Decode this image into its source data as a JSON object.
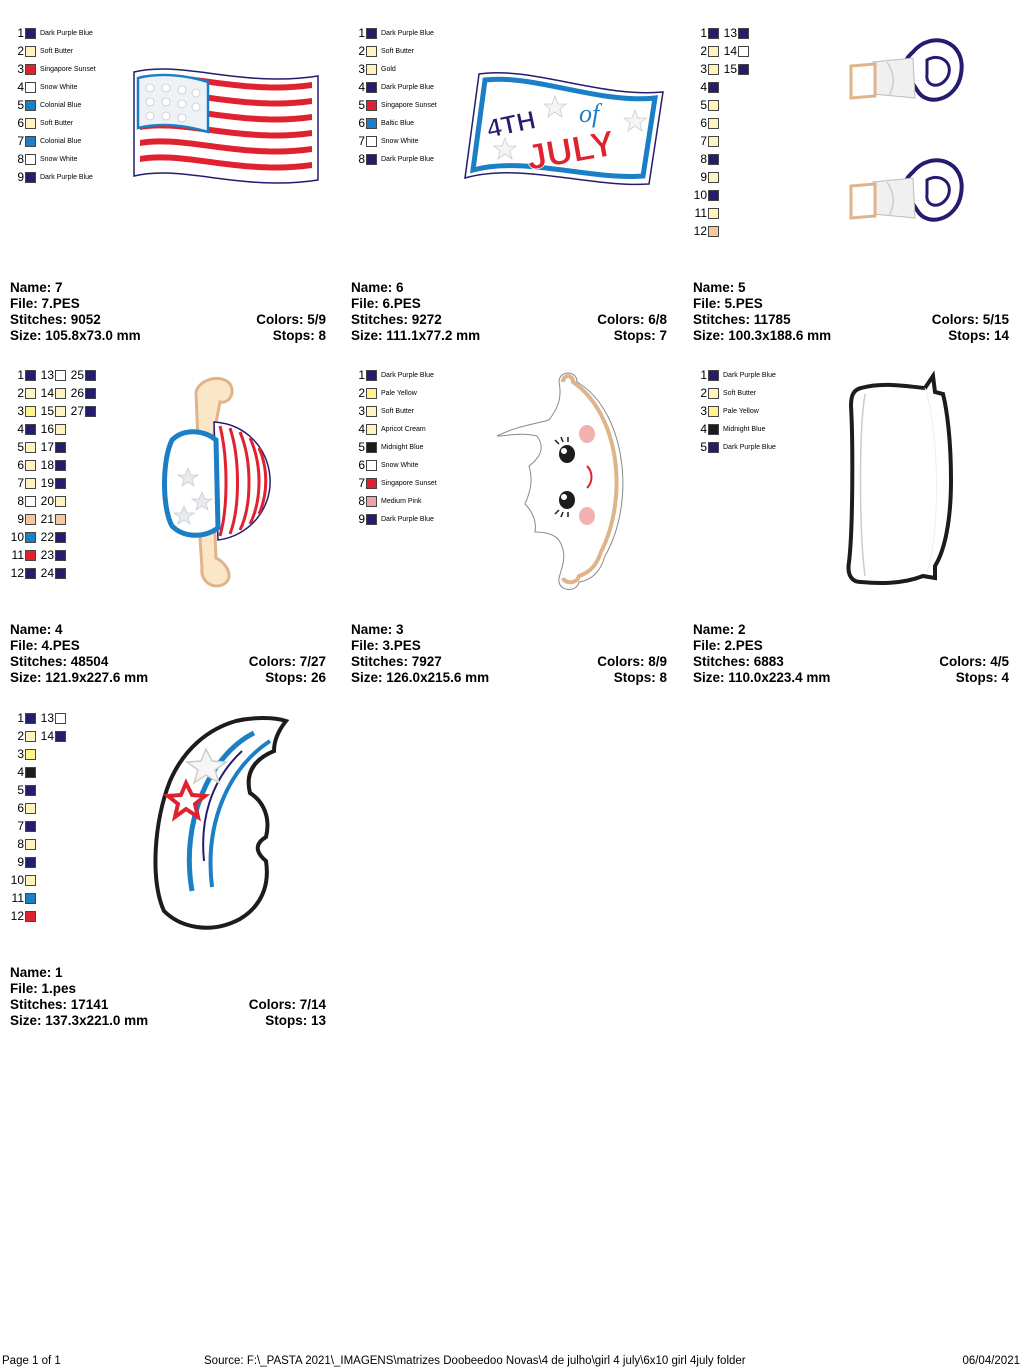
{
  "designs": [
    {
      "name": "7",
      "file": "7.PES",
      "stitches": "9052",
      "colors": "5/9",
      "size": "105.8x73.0 mm",
      "stops": "8",
      "palette": [
        {
          "n": "1",
          "color": "#241c6e",
          "label": "Dark Purple Blue"
        },
        {
          "n": "2",
          "color": "#fff4c0",
          "label": "Soft Butter"
        },
        {
          "n": "3",
          "color": "#e02230",
          "label": "Singapore Sunset"
        },
        {
          "n": "4",
          "color": "#ffffff",
          "label": "Snow White"
        },
        {
          "n": "5",
          "color": "#1a7fc4",
          "label": "Colonial Blue"
        },
        {
          "n": "6",
          "color": "#fff4c0",
          "label": "Soft Butter"
        },
        {
          "n": "7",
          "color": "#1a7fc4",
          "label": "Colonial Blue"
        },
        {
          "n": "8",
          "color": "#ffffff",
          "label": "Snow White"
        },
        {
          "n": "9",
          "color": "#241c6e",
          "label": "Dark Purple Blue"
        }
      ]
    },
    {
      "name": "6",
      "file": "6.PES",
      "stitches": "9272",
      "colors": "6/8",
      "size": "111.1x77.2 mm",
      "stops": "7",
      "palette": [
        {
          "n": "1",
          "color": "#241c6e",
          "label": "Dark Purple Blue"
        },
        {
          "n": "2",
          "color": "#fff4c0",
          "label": "Soft Butter"
        },
        {
          "n": "3",
          "color": "#fff4c0",
          "label": "Gold"
        },
        {
          "n": "4",
          "color": "#241c6e",
          "label": "Dark Purple Blue"
        },
        {
          "n": "5",
          "color": "#e02230",
          "label": "Singapore Sunset"
        },
        {
          "n": "6",
          "color": "#1a7fc4",
          "label": "Baltic Blue"
        },
        {
          "n": "7",
          "color": "#ffffff",
          "label": "Snow White"
        },
        {
          "n": "8",
          "color": "#241c6e",
          "label": "Dark Purple Blue"
        }
      ],
      "text_4th": "4TH",
      "text_of": "of",
      "text_july": "JULY"
    },
    {
      "name": "5",
      "file": "5.PES",
      "stitches": "11785",
      "colors": "5/15",
      "size": "100.3x188.6 mm",
      "stops": "14",
      "palette": [
        {
          "n": "1",
          "color": "#241c6e"
        },
        {
          "n": "2",
          "color": "#fff4c0"
        },
        {
          "n": "3",
          "color": "#fff4c0"
        },
        {
          "n": "4",
          "color": "#241c6e"
        },
        {
          "n": "5",
          "color": "#fff4c0"
        },
        {
          "n": "6",
          "color": "#fff4c0"
        },
        {
          "n": "7",
          "color": "#fff4c0"
        },
        {
          "n": "8",
          "color": "#241c6e"
        },
        {
          "n": "9",
          "color": "#fff4c0"
        },
        {
          "n": "10",
          "color": "#241c6e"
        },
        {
          "n": "11",
          "color": "#fff4c0"
        },
        {
          "n": "12",
          "color": "#f5c8a0"
        },
        {
          "n": "13",
          "color": "#241c6e"
        },
        {
          "n": "14",
          "color": "#ffffff"
        },
        {
          "n": "15",
          "color": "#241c6e"
        }
      ]
    },
    {
      "name": "4",
      "file": "4.PES",
      "stitches": "48504",
      "colors": "7/27",
      "size": "121.9x227.6 mm",
      "stops": "26",
      "palette": [
        {
          "n": "1",
          "color": "#241c6e"
        },
        {
          "n": "2",
          "color": "#fff4c0"
        },
        {
          "n": "3",
          "color": "#fff48a"
        },
        {
          "n": "4",
          "color": "#241c6e"
        },
        {
          "n": "5",
          "color": "#fff4c0"
        },
        {
          "n": "6",
          "color": "#fff4c0"
        },
        {
          "n": "7",
          "color": "#fff4c0"
        },
        {
          "n": "8",
          "color": "#ffffff"
        },
        {
          "n": "9",
          "color": "#f5c8a0"
        },
        {
          "n": "10",
          "color": "#1a7fc4"
        },
        {
          "n": "11",
          "color": "#e02230"
        },
        {
          "n": "12",
          "color": "#241c6e"
        },
        {
          "n": "13",
          "color": "#ffffff"
        },
        {
          "n": "14",
          "color": "#fff4c0"
        },
        {
          "n": "15",
          "color": "#fff4c0"
        },
        {
          "n": "16",
          "color": "#fff4c0"
        },
        {
          "n": "17",
          "color": "#241c6e"
        },
        {
          "n": "18",
          "color": "#241c6e"
        },
        {
          "n": "19",
          "color": "#241c6e"
        },
        {
          "n": "20",
          "color": "#fff4c0"
        },
        {
          "n": "21",
          "color": "#f5c8a0"
        },
        {
          "n": "22",
          "color": "#241c6e"
        },
        {
          "n": "23",
          "color": "#241c6e"
        },
        {
          "n": "24",
          "color": "#241c6e"
        },
        {
          "n": "25",
          "color": "#241c6e"
        },
        {
          "n": "26",
          "color": "#241c6e"
        },
        {
          "n": "27",
          "color": "#241c6e"
        }
      ],
      "palette_extra": [
        {
          "color": "#241c6e"
        },
        {
          "color": "#ffffff"
        },
        {
          "color": "#241c6e"
        },
        {
          "color": "#fff4c0"
        },
        {
          "color": "#fff4c0"
        },
        {
          "color": "#fff4c0"
        },
        {
          "color": "#241c6e"
        },
        {
          "color": "#fff4c0"
        },
        {
          "color": "#ffffff"
        },
        {
          "color": "#f5c8a0"
        },
        {
          "color": "#1a7fc4"
        },
        {
          "color": "#e02230"
        }
      ]
    },
    {
      "name": "3",
      "file": "3.PES",
      "stitches": "7927",
      "colors": "8/9",
      "size": "126.0x215.6 mm",
      "stops": "8",
      "palette": [
        {
          "n": "1",
          "color": "#241c6e",
          "label": "Dark Purple Blue"
        },
        {
          "n": "2",
          "color": "#fff48a",
          "label": "Pale Yellow"
        },
        {
          "n": "3",
          "color": "#fff4c0",
          "label": "Soft Butter"
        },
        {
          "n": "4",
          "color": "#fff4c0",
          "label": "Apricot Cream"
        },
        {
          "n": "5",
          "color": "#1c1c1c",
          "label": "Midnight Blue"
        },
        {
          "n": "6",
          "color": "#ffffff",
          "label": "Snow White"
        },
        {
          "n": "7",
          "color": "#e02230",
          "label": "Singapore Sunset"
        },
        {
          "n": "8",
          "color": "#f0a0a8",
          "label": "Medium Pink"
        },
        {
          "n": "9",
          "color": "#241c6e",
          "label": "Dark Purple Blue"
        }
      ]
    },
    {
      "name": "2",
      "file": "2.PES",
      "stitches": "6883",
      "colors": "4/5",
      "size": "110.0x223.4 mm",
      "stops": "4",
      "palette": [
        {
          "n": "1",
          "color": "#241c6e",
          "label": "Dark Purple Blue"
        },
        {
          "n": "2",
          "color": "#fff4c0",
          "label": "Soft Butter"
        },
        {
          "n": "3",
          "color": "#fff48a",
          "label": "Pale Yellow"
        },
        {
          "n": "4",
          "color": "#1c1c1c",
          "label": "Midnight Blue"
        },
        {
          "n": "5",
          "color": "#241c6e",
          "label": "Dark Purple Blue"
        }
      ]
    },
    {
      "name": "1",
      "file": "1.pes",
      "stitches": "17141",
      "colors": "7/14",
      "size": "137.3x221.0 mm",
      "stops": "13",
      "palette": [
        {
          "n": "1",
          "color": "#241c6e"
        },
        {
          "n": "2",
          "color": "#fff4c0"
        },
        {
          "n": "3",
          "color": "#fff48a"
        },
        {
          "n": "4",
          "color": "#1c1c1c"
        },
        {
          "n": "5",
          "color": "#241c6e"
        },
        {
          "n": "6",
          "color": "#fff4c0"
        },
        {
          "n": "7",
          "color": "#241c6e"
        },
        {
          "n": "8",
          "color": "#fff4c0"
        },
        {
          "n": "9",
          "color": "#241c6e"
        },
        {
          "n": "10",
          "color": "#fff4c0"
        },
        {
          "n": "11",
          "color": "#1a7fc4"
        },
        {
          "n": "12",
          "color": "#e02230"
        },
        {
          "n": "13",
          "color": "#ffffff"
        },
        {
          "n": "14",
          "color": "#241c6e"
        }
      ]
    }
  ],
  "labels": {
    "name": "Name:",
    "file": "File:",
    "stitches": "Stitches:",
    "size": "Size:",
    "colors": "Colors:",
    "stops": "Stops:"
  },
  "footer": {
    "page": "Page 1 of 1",
    "source": "Source: F:\\_PASTA 2021\\_IMAGENS\\matrizes Doobeedoo Novas\\4 de julho\\girl 4 july\\6x10 girl 4july folder",
    "date": "06/04/2021"
  }
}
